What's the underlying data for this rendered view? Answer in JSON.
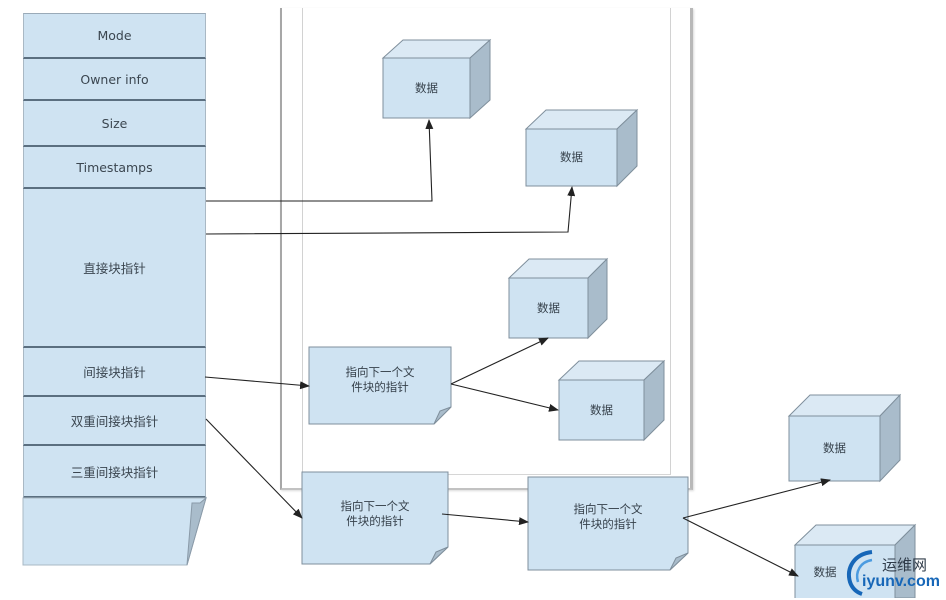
{
  "diagram": {
    "title": "",
    "inode": {
      "rows": [
        {
          "id": "mode",
          "label": "Mode"
        },
        {
          "id": "owner",
          "label": "Owner info"
        },
        {
          "id": "size",
          "label": "Size"
        },
        {
          "id": "timestamps",
          "label": "Timestamps"
        },
        {
          "id": "direct",
          "label": "直接块指针"
        },
        {
          "id": "indirect",
          "label": "间接块指针"
        },
        {
          "id": "double-indirect",
          "label": "双重间接块指针"
        },
        {
          "id": "triple-indirect",
          "label": "三重间接块指针"
        },
        {
          "id": "footer",
          "label": ""
        }
      ]
    },
    "pointer_blocks": [
      {
        "id": "ptr-1",
        "label": "指向下一个文件块的指针",
        "line1": "指向下一个文",
        "line2": "件块的指针"
      },
      {
        "id": "ptr-2",
        "label": "指向下一个文件块的指针",
        "line1": "指向下一个文",
        "line2": "件块的指针"
      },
      {
        "id": "ptr-3",
        "label": "指向下一个文件块的指针",
        "line1": "指向下一个文",
        "line2": "件块的指针"
      }
    ],
    "data_blocks": [
      {
        "id": "data-1",
        "label": "数据"
      },
      {
        "id": "data-2",
        "label": "数据"
      },
      {
        "id": "data-3",
        "label": "数据"
      },
      {
        "id": "data-4",
        "label": "数据"
      },
      {
        "id": "data-5",
        "label": "数据"
      },
      {
        "id": "data-6",
        "label": "数据"
      }
    ],
    "edges": [
      {
        "from": "direct",
        "to": "data-1"
      },
      {
        "from": "direct",
        "to": "data-2"
      },
      {
        "from": "indirect",
        "to": "ptr-1"
      },
      {
        "from": "ptr-1",
        "to": "data-3"
      },
      {
        "from": "ptr-1",
        "to": "data-4"
      },
      {
        "from": "double-indirect",
        "to": "ptr-2"
      },
      {
        "from": "ptr-2",
        "to": "ptr-3"
      },
      {
        "from": "ptr-3",
        "to": "data-5"
      },
      {
        "from": "ptr-3",
        "to": "data-6"
      }
    ],
    "colors": {
      "fill": "#cfe3f2",
      "side": "#a9bccb",
      "top": "#dbe9f4",
      "stroke": "#7f8f9c",
      "divider": "#5b6f80",
      "arrow": "#222222"
    }
  },
  "watermark": {
    "cn": "运维网",
    "en": "iyunv.com"
  }
}
